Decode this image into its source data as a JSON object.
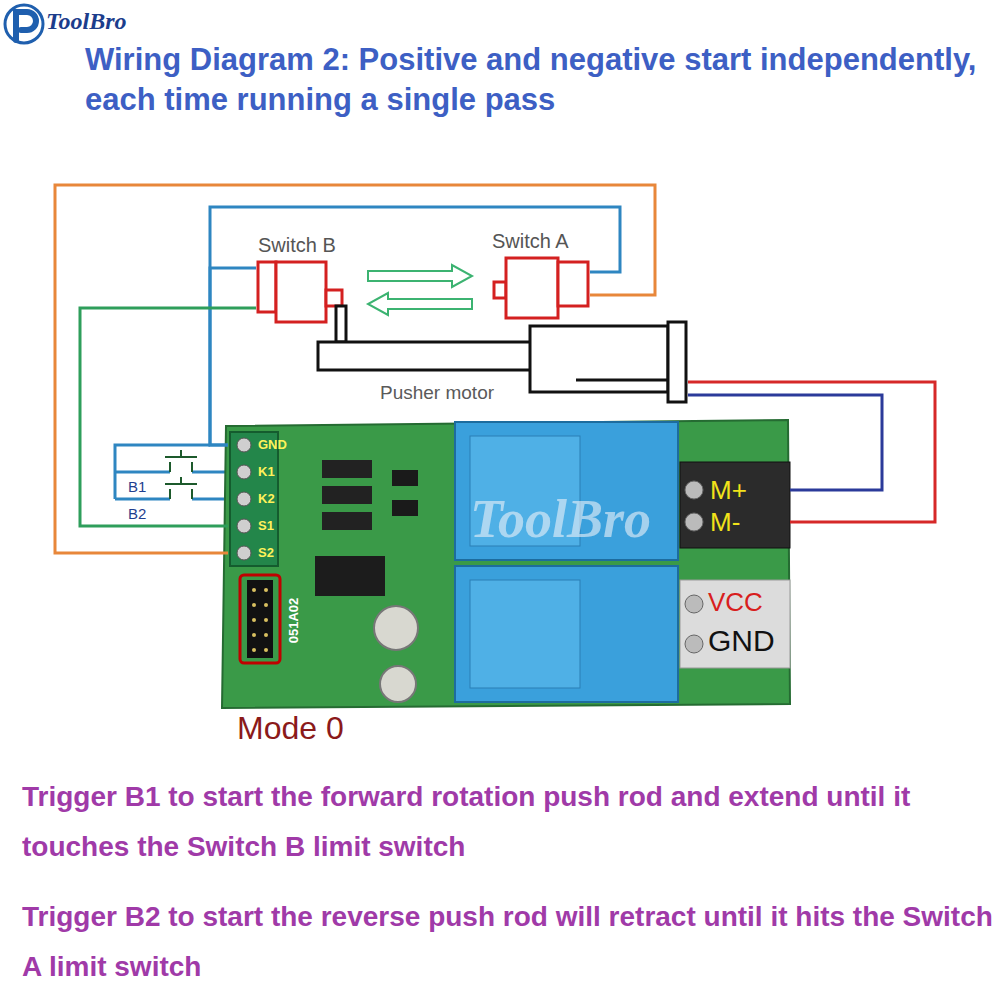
{
  "diagram": {
    "title": "Wiring Diagram 2: Positive and negative start independently, each time running a single pass",
    "nodes": [
      {
        "text": [
          "Switch B"
        ]
      },
      {
        "text": [
          "Switch A"
        ]
      },
      {
        "text": [
          "Pusher motor"
        ]
      },
      {
        "text": [
          "051A02"
        ]
      }
    ],
    "edges": [
      {
        "from": 3,
        "to": 0,
        "arrow": "none"
      },
      {
        "from": 3,
        "to": 1,
        "arrow": "none"
      },
      {
        "from": 3,
        "to": 0,
        "arrow": "none"
      },
      {
        "from": 3,
        "to": 1,
        "arrow": "none"
      },
      {
        "from": 3,
        "to": 2,
        "arrow": "none"
      },
      {
        "from": 3,
        "to": 2,
        "arrow": "none"
      }
    ],
    "labels": [
      "ToolBro",
      "GND",
      "K1",
      "K2",
      "S1",
      "S2",
      "B1",
      "B2",
      "M+",
      "M-",
      "VCC",
      "GND",
      "Mode 0",
      "ToolBro",
      "Trigger B1 to start the forward rotation push rod and extend until it touches the Switch B limit switch",
      "Trigger B2 to start the reverse push rod will retract until it hits the Switch A limit switch"
    ]
  }
}
